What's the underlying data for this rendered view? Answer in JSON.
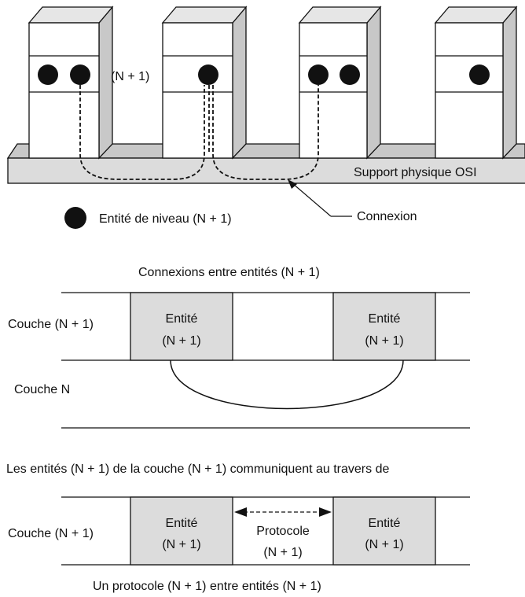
{
  "top": {
    "layer_label": "(N + 1)",
    "support_label": "Support physique OSI",
    "legend_entity": "Entité de niveau (N + 1)",
    "connection_label": "Connexion"
  },
  "middle": {
    "title": "Connexions entre entités (N + 1)",
    "layer_upper": "Couche (N + 1)",
    "layer_lower": "Couche N",
    "entity_left": {
      "line1": "Entité",
      "line2": "(N + 1)"
    },
    "entity_right": {
      "line1": "Entité",
      "line2": "(N + 1)"
    },
    "caption": "Les entités (N + 1) de la couche (N + 1) communiquent au travers de"
  },
  "bottom": {
    "layer": "Couche (N + 1)",
    "entity_left": {
      "line1": "Entité",
      "line2": "(N + 1)"
    },
    "entity_right": {
      "line1": "Entité",
      "line2": "(N + 1)"
    },
    "protocol": {
      "line1": "Protocole",
      "line2": "(N + 1)"
    },
    "caption": "Un protocole (N + 1) entre entités (N + 1)"
  },
  "colors": {
    "fill_gray": "#dcdcdc",
    "ink": "#111111"
  }
}
